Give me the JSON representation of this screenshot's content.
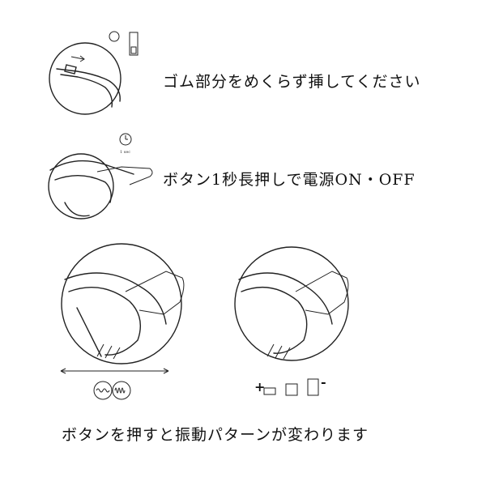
{
  "steps": [
    {
      "text": "ゴム部分をめくらず挿してください",
      "icon": "charger-plug-icon"
    },
    {
      "text": "ボタン1秒長押しで電源ON・OFF",
      "icon": "clock-icon",
      "clock_label": "1 sec"
    }
  ],
  "modes": {
    "left": {
      "icon": "vibration-pattern-icon",
      "arrow": "double-arrow-icon"
    },
    "right": {
      "plus": "+",
      "minus": "-",
      "icon": "intensity-level-icon"
    }
  },
  "caption": "ボタンを押すと振動パターンが変わります"
}
